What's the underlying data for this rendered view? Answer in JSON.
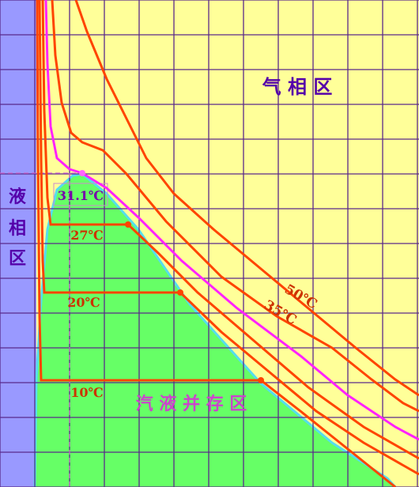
{
  "regions": {
    "gas": "气 相 区",
    "liquid": [
      "液",
      "相",
      "区"
    ],
    "coexist": "汽 液 并 存 区"
  },
  "isotherms": [
    {
      "label": "50℃",
      "color": "#ff4400"
    },
    {
      "label": "35℃",
      "color": "#ff4400"
    },
    {
      "label": "31.1℃",
      "color": "#ff00ff"
    },
    {
      "label": "27℃",
      "color": "#ff4400"
    },
    {
      "label": "20℃",
      "color": "#ff4400"
    },
    {
      "label": "10℃",
      "color": "#ff4400"
    }
  ],
  "colors": {
    "gas_region": "#ffff99",
    "liquid_region": "#9999ff",
    "coexist_region": "#66ff66",
    "grid": "#5a2a8a",
    "region_label": "#5500aa",
    "coexist_label": "#cc44cc",
    "isotherm_label": "#cc3300"
  }
}
